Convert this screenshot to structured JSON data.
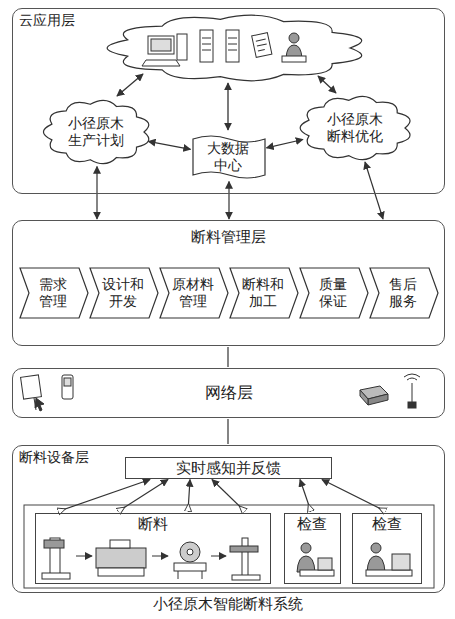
{
  "diagram": {
    "caption": "小径原木智能断料系统",
    "nodes": [
      {
        "text": [
          "云应用层"
        ]
      },
      {
        "text": [
          "小径原木生产计划"
        ],
        "in": 0
      },
      {
        "text": [
          "大数据中心"
        ],
        "in": 0
      },
      {
        "text": [
          "小径原木断料优化"
        ],
        "in": 0
      },
      {
        "text": [
          "断料管理层"
        ]
      },
      {
        "text": [
          "需求管理"
        ],
        "in": 4
      },
      {
        "text": [
          "设计和开发"
        ],
        "in": 4
      },
      {
        "text": [
          "原材料管理"
        ],
        "in": 4
      },
      {
        "text": [
          "断料和加工"
        ],
        "in": 4
      },
      {
        "text": [
          "质量保证"
        ],
        "in": 4
      },
      {
        "text": [
          "售后服务"
        ],
        "in": 4
      },
      {
        "text": [
          "网络层"
        ]
      },
      {
        "text": [
          "断料设备层"
        ]
      },
      {
        "text": [
          "实时感知并反馈"
        ],
        "in": 12
      },
      {
        "text": [
          "断料"
        ],
        "in": 12
      },
      {
        "text": [
          "检查"
        ],
        "in": 12
      },
      {
        "text": [
          "检查"
        ],
        "in": 12
      }
    ],
    "edges": [
      {
        "from": 1,
        "to": 2,
        "arrow": "both"
      },
      {
        "from": 2,
        "to": 3,
        "arrow": "both"
      },
      {
        "from": 1,
        "to": 4,
        "arrow": "both"
      },
      {
        "from": 2,
        "to": 4,
        "arrow": "both"
      },
      {
        "from": 3,
        "to": 4,
        "arrow": "both"
      },
      {
        "from": 4,
        "to": 11,
        "arrow": "none"
      },
      {
        "from": 11,
        "to": 12,
        "arrow": "none"
      },
      {
        "from": 13,
        "to": 14,
        "arrow": "both"
      },
      {
        "from": 13,
        "to": 14,
        "arrow": "both"
      },
      {
        "from": 13,
        "to": 14,
        "arrow": "both"
      },
      {
        "from": 13,
        "to": 14,
        "arrow": "both"
      },
      {
        "from": 13,
        "to": 15,
        "arrow": "both"
      },
      {
        "from": 13,
        "to": 16,
        "arrow": "both"
      }
    ]
  }
}
